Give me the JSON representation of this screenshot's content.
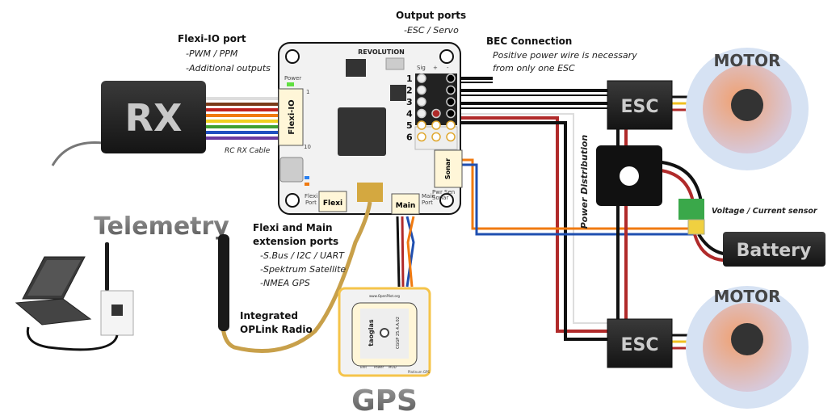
{
  "colors": {
    "board": "#f2f2f2",
    "cream": "#fff6d8",
    "gps_border": "#f5c44a",
    "motor_ring": "#d6e2f3",
    "motor_orange": "#e88a4a",
    "wire_red": "#b02a2a",
    "wire_orange": "#f07a10",
    "wire_blue": "#1f4fb0",
    "cable_gold": "#c8a04a",
    "sensor_green": "#3aa84a"
  },
  "labels": {
    "output_ports": {
      "title": "Output ports",
      "items": [
        "-ESC / Servo"
      ]
    },
    "flexi_io": {
      "title": "Flexi-IO port",
      "items": [
        "-PWM / PPM",
        "-Additional outputs"
      ]
    },
    "bec": {
      "title": "BEC Connection",
      "items": [
        "Positive power wire is necessary",
        "from only one ESC"
      ]
    },
    "ext_ports": {
      "title_lines": [
        "Flexi and Main",
        "extension ports"
      ],
      "items": [
        "-S.Bus / I2C / UART",
        "-Spektrum Satellite",
        "-NMEA GPS"
      ]
    },
    "oplink": {
      "lines": [
        "Integrated",
        "OPLink  Radio"
      ]
    },
    "power_distribution": "Power Distribution",
    "voltage_sensor": "Voltage / Current sensor",
    "rc_cable": "RC RX Cable"
  },
  "components": {
    "rx": "RX",
    "telemetry": "Telemetry",
    "gps": "GPS",
    "battery": "Battery",
    "esc_top": "ESC",
    "esc_bottom": "ESC",
    "motor_top": "MOTOR",
    "motor_bottom": "MOTOR"
  },
  "board": {
    "brand": "REVOLUTION",
    "power_led": "Power",
    "flexi_io_connector": "Flexi-IO",
    "pin_1": "1",
    "pin_10": "10",
    "header_cols": [
      "Sig",
      "+",
      "-"
    ],
    "ports": [
      "1",
      "2",
      "3",
      "4",
      "5",
      "6"
    ],
    "sonar": "Sonar",
    "sonar_pins": [
      "Pwr Sen",
      "Sonar"
    ],
    "flexi": "Flexi",
    "flexi_port": [
      "Flexi",
      "Port"
    ],
    "main": "Main",
    "main_port": [
      "Main",
      "Port"
    ]
  },
  "gps_board": {
    "url": "www.OpenPilot.org",
    "antenna_brand": "taoglas",
    "antenna_model": "CGGP 25.4.A.02",
    "leds": [
      "ERR",
      "Power",
      "MOD"
    ],
    "name": "Platinum GPS"
  }
}
